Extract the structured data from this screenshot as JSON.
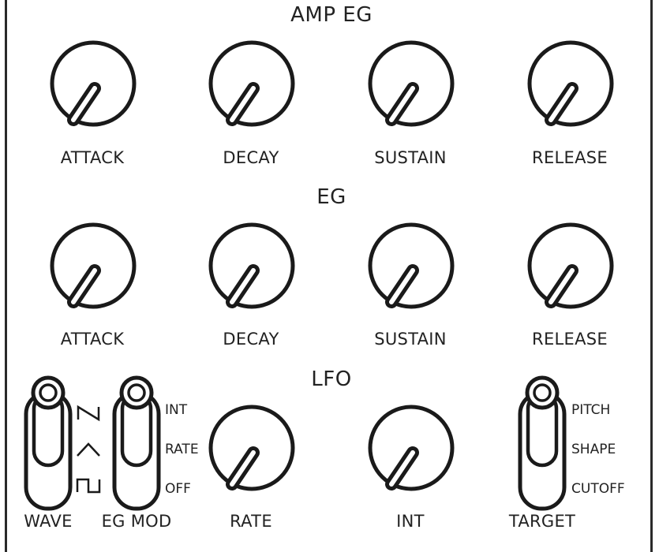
{
  "sections": {
    "amp_eg": "AMP EG",
    "eg": "EG",
    "lfo": "LFO"
  },
  "amp_eg": {
    "knobs": [
      "ATTACK",
      "DECAY",
      "SUSTAIN",
      "RELEASE"
    ]
  },
  "eg": {
    "knobs": [
      "ATTACK",
      "DECAY",
      "SUSTAIN",
      "RELEASE"
    ]
  },
  "lfo": {
    "wave_label": "WAVE",
    "wave_icons": [
      "saw-wave-icon",
      "triangle-wave-icon",
      "square-wave-icon"
    ],
    "egmod_label": "EG MOD",
    "egmod_options": [
      "INT",
      "RATE",
      "OFF"
    ],
    "rate_label": "RATE",
    "int_label": "INT",
    "target_label": "TARGET",
    "target_options": [
      "PITCH",
      "SHAPE",
      "CUTOFF"
    ]
  },
  "colors": {
    "ink": "#1a1a1a",
    "panel": "#ffffff"
  }
}
